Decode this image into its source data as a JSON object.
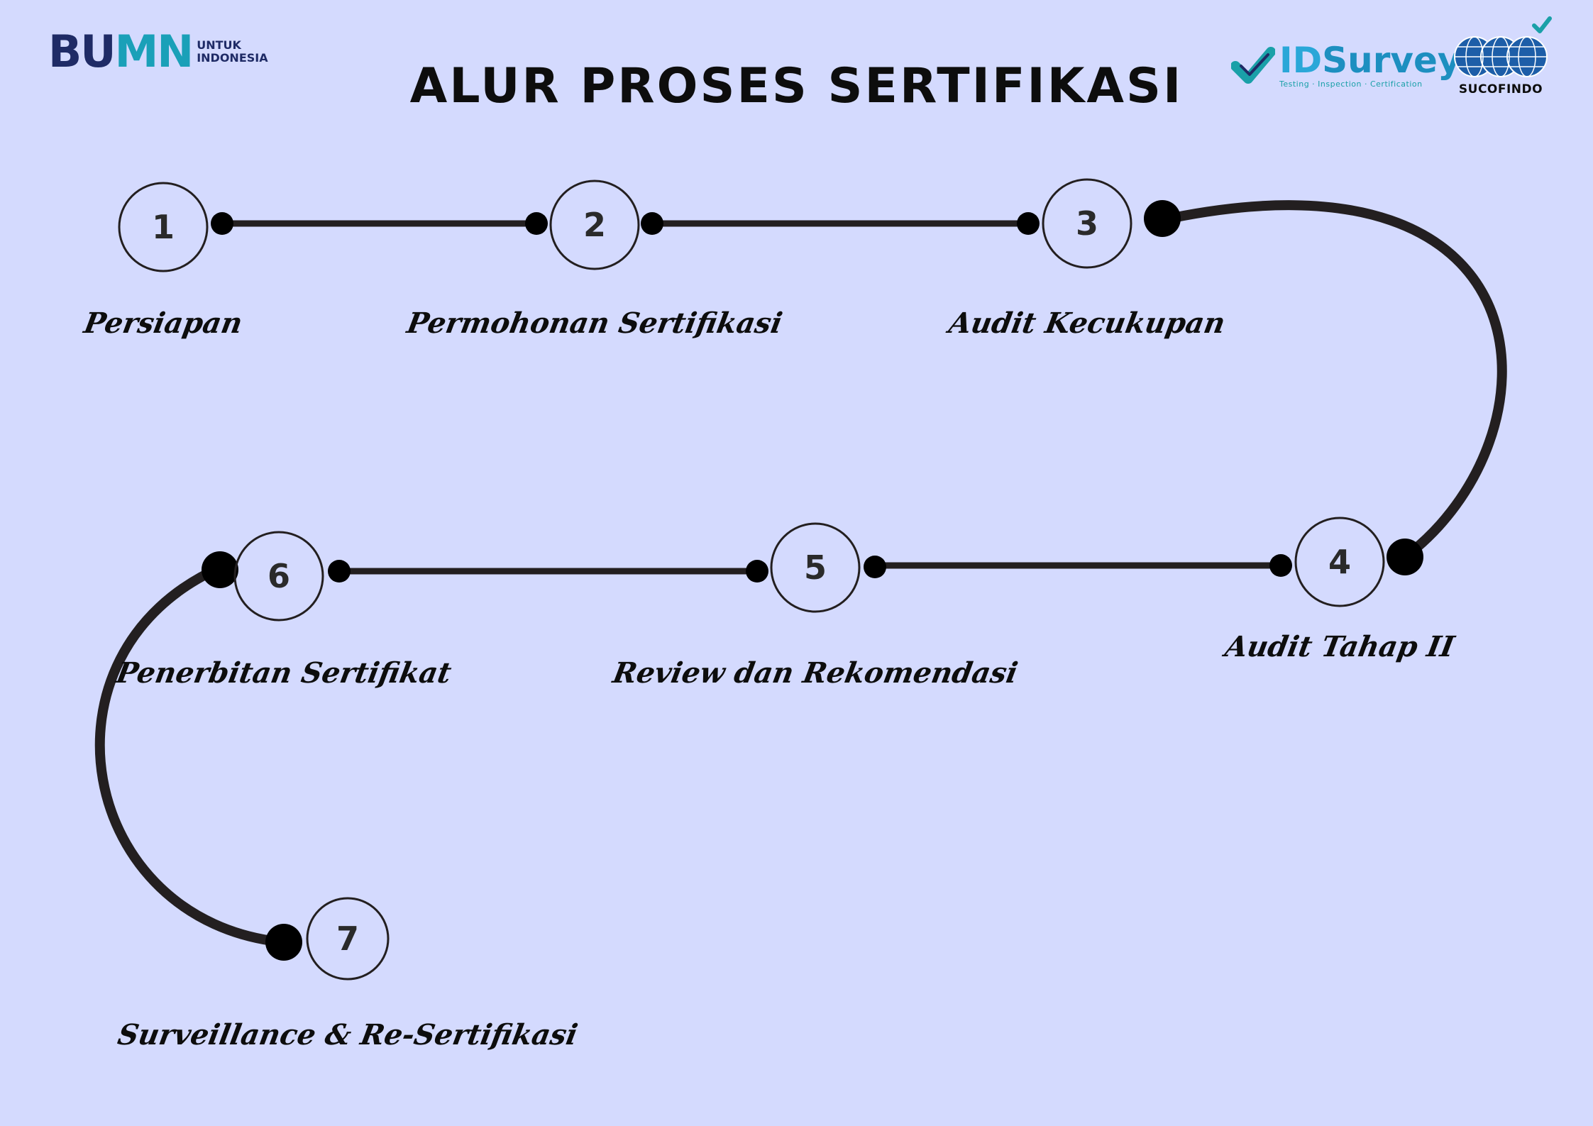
{
  "title": "ALUR PROSES SERTIFIKASI",
  "logos": {
    "bumn": {
      "mark_b": "BU",
      "mark_mn": "MN",
      "line1": "UNTUK",
      "line2": "INDONESIA"
    },
    "idsurvey": {
      "id": "ID",
      "name": "Survey",
      "tagline": "Testing · Inspection · Certification"
    },
    "sucofindo": {
      "name": "SUCOFINDO"
    }
  },
  "steps": [
    {
      "number": "1",
      "label": "Persiapan"
    },
    {
      "number": "2",
      "label": "Permohonan Sertifikasi"
    },
    {
      "number": "3",
      "label": "Audit Kecukupan"
    },
    {
      "number": "4",
      "label": "Audit Tahap II"
    },
    {
      "number": "5",
      "label": "Review dan Rekomendasi"
    },
    {
      "number": "6",
      "label": "Penerbitan Sertifikat"
    },
    {
      "number": "7",
      "label": "Surveillance & Re-Sertifikasi"
    }
  ],
  "colors": {
    "background": "#d4dafe",
    "line": "#231f20",
    "bumn_navy": "#1f2b66",
    "bumn_teal": "#1aa0b8",
    "idsurvey_blue": "#1d8fc0",
    "sucofindo_blue": "#1d5ea8"
  }
}
